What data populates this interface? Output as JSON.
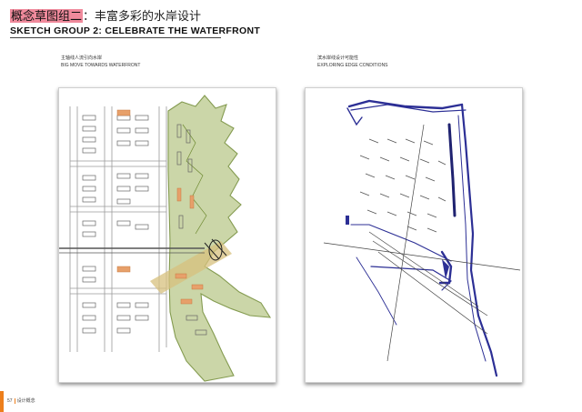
{
  "header": {
    "title_cn_prefix": "概念草图组二",
    "title_cn_rest": "：丰富多彩的水岸设计",
    "title_en": "SKETCH GROUP 2: CELEBRATE THE WATERFRONT"
  },
  "left_panel": {
    "caption_cn": "主轴线人流引向水岸",
    "caption_en": "BIG MOVE TOWARDS WATERFRONT"
  },
  "right_panel": {
    "caption_cn": "滨水岸线设计可能性",
    "caption_en": "EXPLORING EDGE CONDITIONS"
  },
  "footer": {
    "page_number": "57",
    "label": "设计概念"
  },
  "colors": {
    "accent_orange": "#ed7f1c",
    "title_highlight": "#f08a9c",
    "sketch_green": "#8aa14a",
    "sketch_orange": "#e7a06a",
    "sketch_blue": "#2c2f95"
  }
}
